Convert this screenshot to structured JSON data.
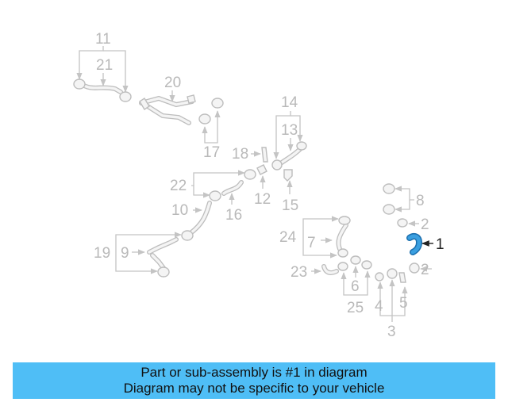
{
  "callouts": {
    "n1": "1",
    "n2a": "2",
    "n2b": "2",
    "n3": "3",
    "n4": "4",
    "n5": "5",
    "n6": "6",
    "n7": "7",
    "n8": "8",
    "n9": "9",
    "n10": "10",
    "n11": "11",
    "n12": "12",
    "n13": "13",
    "n14": "14",
    "n15": "15",
    "n16": "16",
    "n17": "17",
    "n18": "18",
    "n19": "19",
    "n20": "20",
    "n21": "21",
    "n22": "22",
    "n23": "23",
    "n24": "24",
    "n25": "25"
  },
  "highlight_color": "#3a9fe0",
  "banner": {
    "background": "#4fbef6",
    "line1": "Part or sub-assembly is #1 in diagram",
    "line2": "Diagram may not be specific to your vehicle"
  }
}
